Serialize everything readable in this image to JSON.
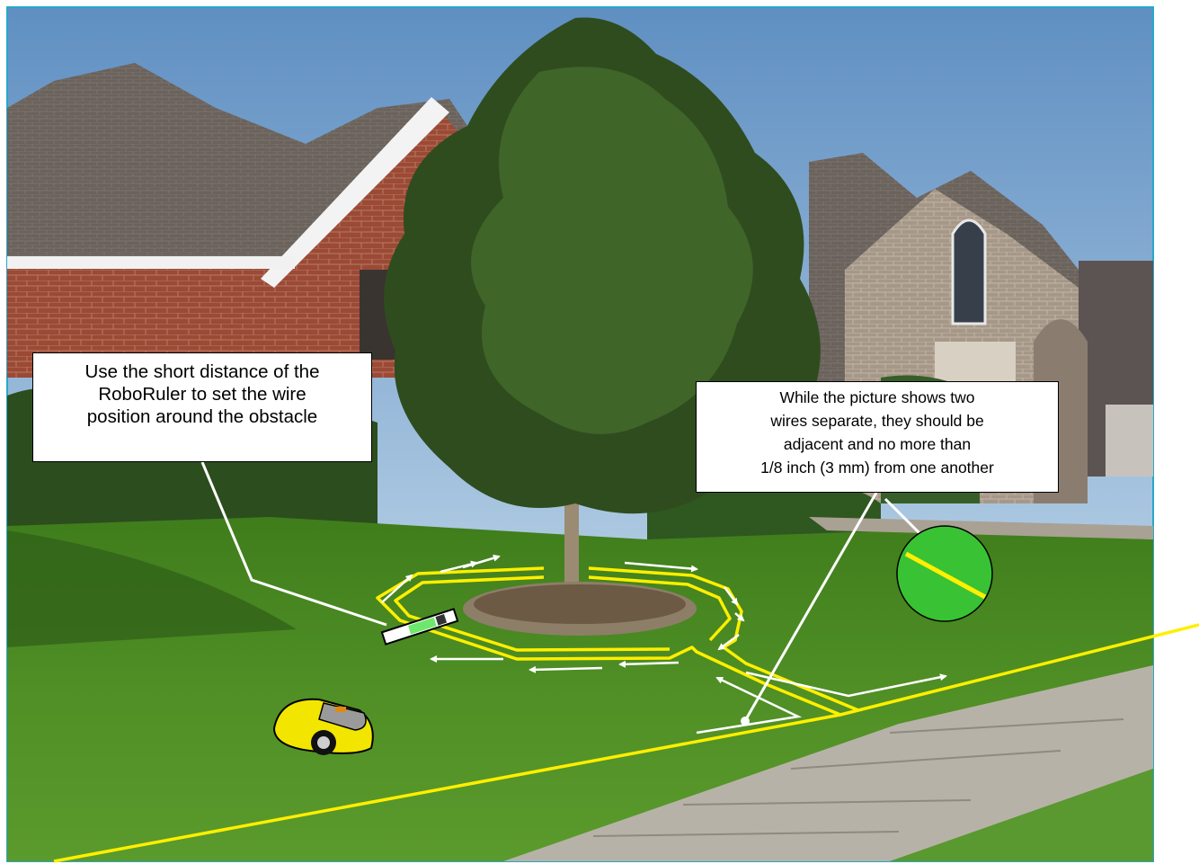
{
  "callouts": {
    "roboruler": {
      "lines": [
        "Use the short distance of the",
        "RoboRuler to set the wire",
        "position around the obstacle"
      ]
    },
    "wires": {
      "lines": [
        "While the picture shows two",
        "wires separate, they should be",
        "adjacent and no more than",
        "1/8 inch (3 mm) from one another"
      ]
    }
  },
  "colors": {
    "sky": "#a9c6e0",
    "lawn": "#4f8f25",
    "wire": "#ffef00",
    "callout_background": "#ffffff",
    "frame_border": "#2aa7c9",
    "detail_circle": "#39c234",
    "mower_body": "#f2e600"
  },
  "icons": {
    "mower": "robotic-lawn-mower-icon",
    "ruler": "roboruler-icon",
    "detail": "wire-detail-circle-icon"
  }
}
